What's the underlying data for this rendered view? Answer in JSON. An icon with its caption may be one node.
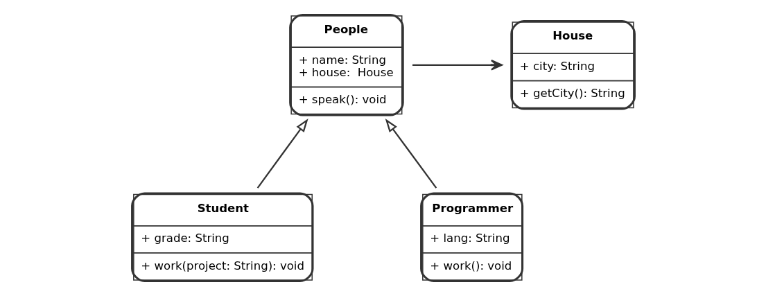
{
  "diagram": {
    "nodes": [
      {
        "text": [
          "People",
          "+ name: String",
          "+ house:  House",
          "+ speak(): void"
        ]
      },
      {
        "text": [
          "House",
          "+ city: String",
          "+ getCity(): String"
        ]
      },
      {
        "text": [
          "Student",
          "+ grade: String",
          "+ work(project: String): void"
        ]
      },
      {
        "text": [
          "Programmer",
          "+ lang: String",
          "+ work(): void"
        ]
      }
    ],
    "edges": [
      {
        "from": 0,
        "to": 1,
        "arrow": "to"
      },
      {
        "from": 2,
        "to": 0,
        "arrow": "to"
      },
      {
        "from": 3,
        "to": 0,
        "arrow": "to"
      }
    ]
  }
}
